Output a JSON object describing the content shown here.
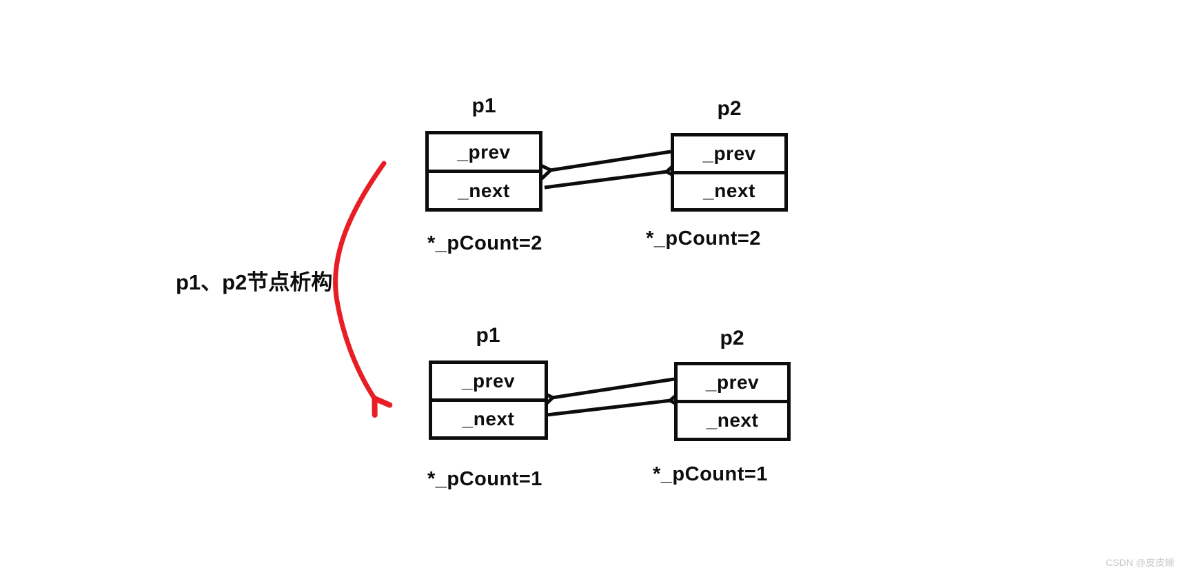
{
  "annotation": {
    "label": "p1、p2节点析构",
    "meaning": "destruction of nodes p1 and p2"
  },
  "diagram_top": {
    "p1": {
      "title": "p1",
      "field_prev": "_prev",
      "field_next": "_next",
      "count": "*_pCount=2"
    },
    "p2": {
      "title": "p2",
      "field_prev": "_prev",
      "field_next": "_next",
      "count": "*_pCount=2"
    },
    "arrows": [
      "p2._prev → p1",
      "p1._next → p2"
    ]
  },
  "diagram_bottom": {
    "p1": {
      "title": "p1",
      "field_prev": "_prev",
      "field_next": "_next",
      "count": "*_pCount=1"
    },
    "p2": {
      "title": "p2",
      "field_prev": "_prev",
      "field_next": "_next",
      "count": "*_pCount=1"
    },
    "arrows": [
      "p2._prev → p1",
      "p1._next → p2"
    ]
  },
  "colors": {
    "line_black": "#0d0d0d",
    "annotation_red": "#e81e25",
    "watermark_gray": "#c9c9c9"
  },
  "watermark": "CSDN @皮皮蜥"
}
